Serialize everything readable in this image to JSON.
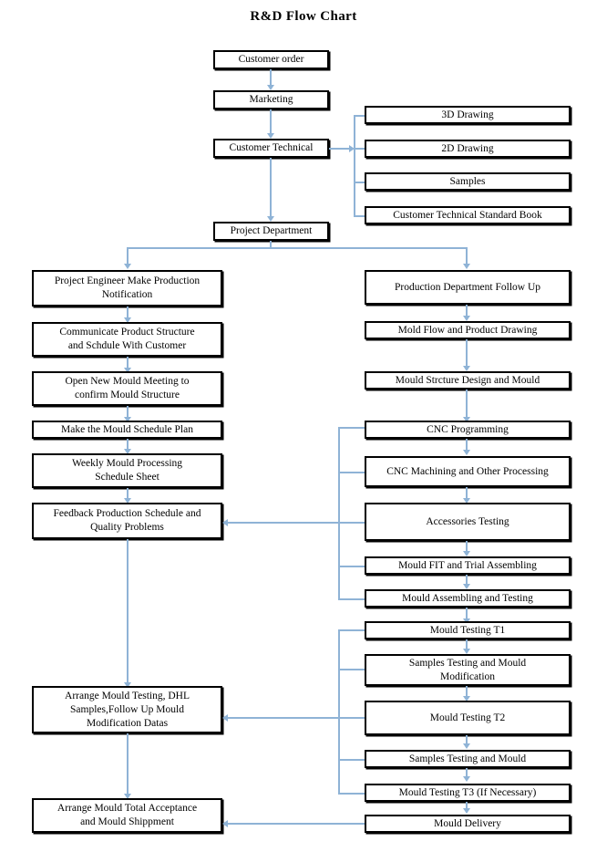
{
  "title": "R&D Flow Chart",
  "colors": {
    "box_border": "#000000",
    "box_fill": "#ffffff",
    "connector": "#8fb3d6",
    "text": "#000000"
  },
  "nodes": {
    "customer_order": "Customer order",
    "marketing": "Marketing",
    "customer_technical": "Customer Technical",
    "project_department": "Project Department",
    "drawing_3d": "3D Drawing",
    "drawing_2d": "2D Drawing",
    "samples": "Samples",
    "standard_book": "Customer Technical Standard Book",
    "left_1": "Project Engineer Make Production\nNotification",
    "left_2": "Communicate Product Structure\nand Schdule With Customer",
    "left_3": "Open New Mould Meeting to\nconfirm Mould Structure",
    "left_4": "Make the Mould Schedule Plan",
    "left_5": "Weekly Mould  Processing\nSchedule Sheet",
    "left_6": "Feedback Production Schedule and\nQuality Problems",
    "left_7": "Arrange Mould Testing, DHL\nSamples,Follow Up Mould\nModification Datas",
    "left_8": "Arrange Mould Total Acceptance\nand Mould Shippment",
    "right_1": "Production Department Follow Up",
    "right_2": "Mold Flow and Product Drawing",
    "right_3": "Mould Strcture Design and Mould",
    "right_4": "CNC Programming",
    "right_5": "CNC Machining and Other Processing",
    "right_6": "Accessories Testing",
    "right_7": "Mould FIT and Trial Assembling",
    "right_8": "Mould Assembling and Testing",
    "right_9": "Mould Testing T1",
    "right_10": "Samples Testing and Mould\nModification",
    "right_11": "Mould Testing T2",
    "right_12": "Samples Testing and Mould",
    "right_13": "Mould Testing T3 (If  Necessary)",
    "right_14": "Mould Delivery"
  }
}
